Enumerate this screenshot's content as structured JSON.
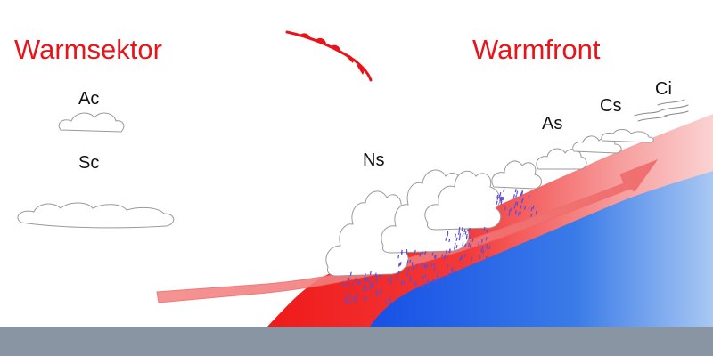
{
  "diagram": {
    "labels": {
      "warm_sector": "Warmsektor",
      "warm_front": "Warmfront",
      "altocumulus": "Ac",
      "stratocumulus": "Sc",
      "nimbostratus": "Ns",
      "altostratus": "As",
      "cirrostratus": "Cs",
      "cirrus": "Ci"
    },
    "colors": {
      "label_red": "#e8141a",
      "warm_air": "#f01a1a",
      "cold_air": "#1f5fe0",
      "ground": "#8a95a3",
      "rain": "#5a4fd6",
      "front_symbol": "#e8141a"
    },
    "icons": [
      "warm-front-symbol",
      "warm-air-arrow",
      "cloud",
      "rain-streaks",
      "cirrus-wisps"
    ]
  }
}
